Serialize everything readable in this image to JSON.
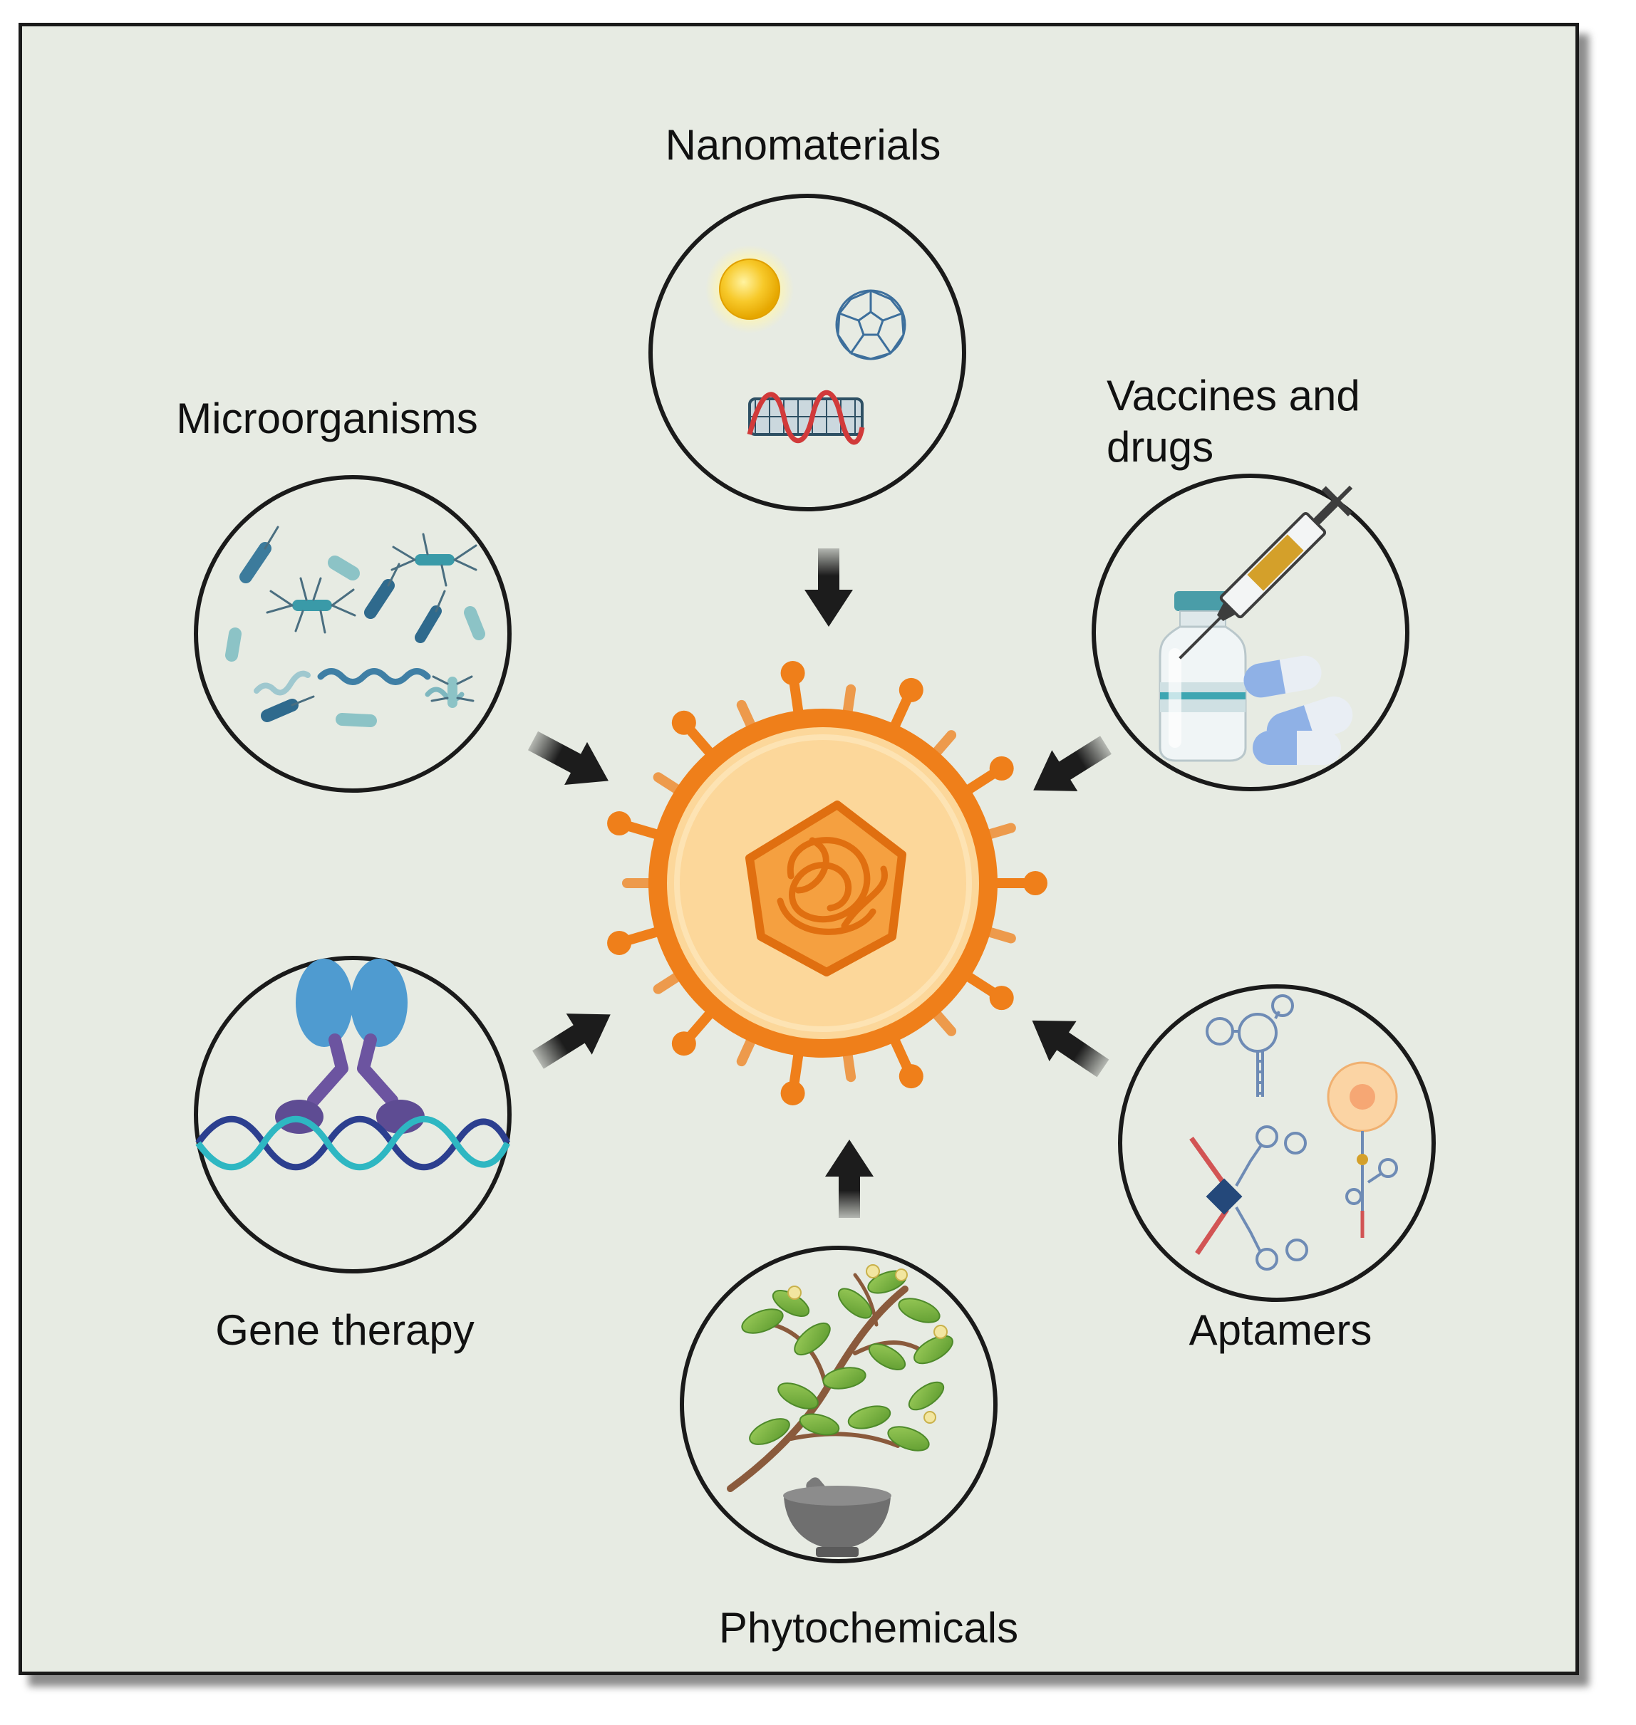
{
  "diagram": {
    "labels": {
      "nanomaterials": "Nanomaterials",
      "vaccines_line1": "Vaccines and",
      "vaccines_line2": "drugs",
      "microorganisms": "Microorganisms",
      "gene_therapy": "Gene therapy",
      "aptamers": "Aptamers",
      "phytochemicals": "Phytochemicals"
    },
    "icons": {
      "center": "virus-icon",
      "nanomaterials": "nanoparticles-icon",
      "vaccines": "syringe-vial-pills-icon",
      "microorganisms": "bacteria-icon",
      "gene_therapy": "dna-protein-icon",
      "aptamers": "aptamer-structures-icon",
      "phytochemicals": "plant-mortar-icon"
    },
    "colors": {
      "background": "#e7ebe3",
      "virus_orange": "#ef7f1a",
      "virus_core": "#fcd79a",
      "arrow": "#1c1c1c"
    }
  }
}
